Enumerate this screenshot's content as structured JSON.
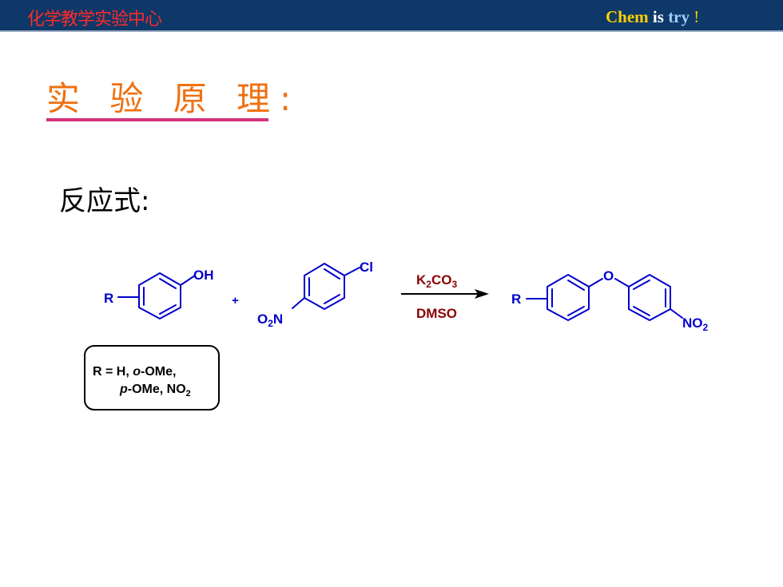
{
  "header": {
    "center_name": "化学教学实验中心",
    "motto_w1": "Chem",
    "motto_w2": "is",
    "motto_w3": "try",
    "motto_w4": "!"
  },
  "heading": "实 验 原 理:",
  "subheading": "反应式:",
  "reaction": {
    "reactant1": {
      "substituent": "R",
      "group": "OH"
    },
    "plus": "+",
    "reactant2": {
      "group_top": "Cl",
      "group_bottom_main": "O",
      "group_bottom_sub": "2",
      "group_bottom_tail": "N"
    },
    "reagent": {
      "k": "K",
      "k_sub": "2",
      "co": "CO",
      "co_sub": "3"
    },
    "solvent": "DMSO",
    "product": {
      "substituent": "R",
      "bridge": "O",
      "no": "NO",
      "no_sub": "2"
    }
  },
  "r_groups": {
    "line1": "R = H, ",
    "o_prefix": "o",
    "line1_tail": "-OMe,",
    "p_prefix": "p",
    "line2_mid": "-OMe, NO",
    "line2_sub": "2"
  },
  "colors": {
    "header_bg": "#0d3868",
    "heading": "#f07010",
    "underline": "#d4327a",
    "structure": "#0000cc",
    "reagent": "#8b0000"
  }
}
